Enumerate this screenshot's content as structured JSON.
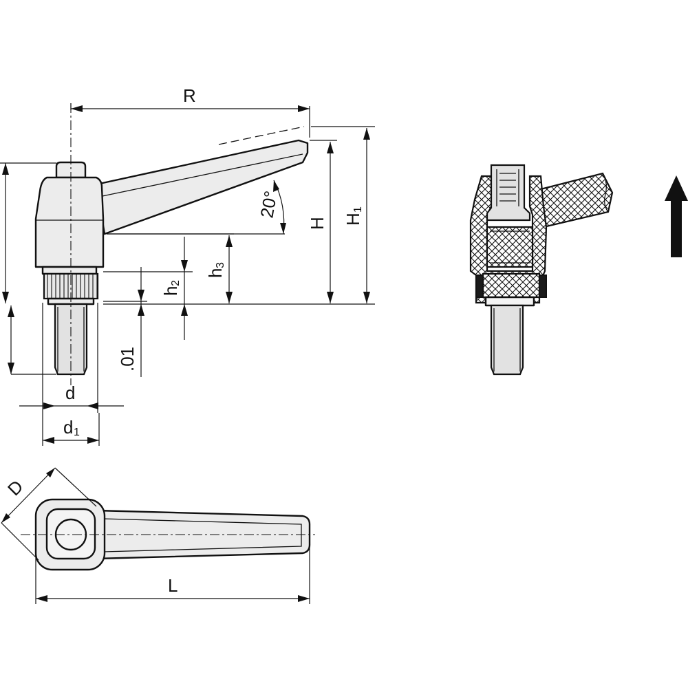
{
  "labels": {
    "R": "R",
    "H": "H",
    "H1_main": "H",
    "H1_sub": "1",
    "h2_main": "h",
    "h2_sub": "2",
    "h3_main": "h",
    "h3_sub": "3",
    "angle": "20°",
    "d": "d",
    "d1_main": "d",
    "d1_sub": "1",
    "l_small": ".01",
    "D": "D",
    "L": "L"
  },
  "colors": {
    "line": "#111111",
    "part_fill": "#ececec",
    "background": "#ffffff"
  },
  "icons": {
    "direction_arrow": "arrow-up-icon"
  }
}
